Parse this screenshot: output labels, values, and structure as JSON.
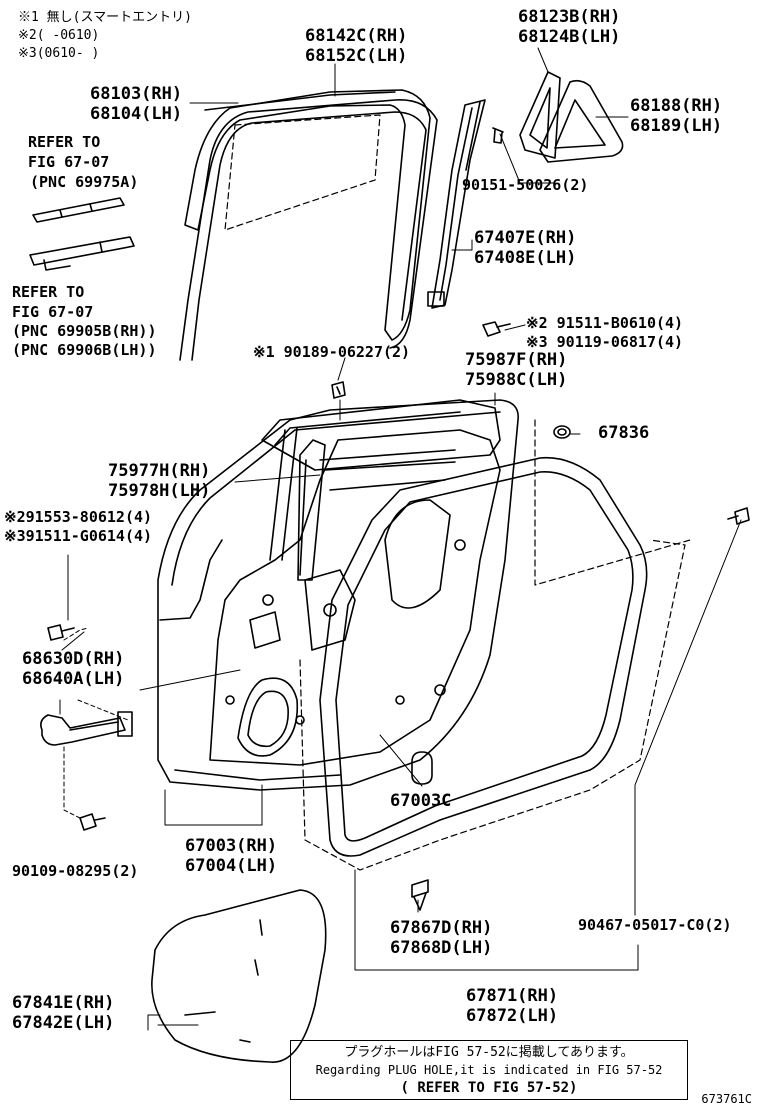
{
  "notes": {
    "n1": "※1 無し(スマートエントリ)",
    "n2": "※2(     -0610)",
    "n3": "※3(0610-      )"
  },
  "refs": {
    "ref1_a": "REFER TO",
    "ref1_b": "FIG 67-07",
    "ref1_c": "(PNC 69975A)",
    "ref2_a": "REFER TO",
    "ref2_b": "FIG 67-07",
    "ref2_c": "(PNC 69905B(RH))",
    "ref2_d": "(PNC 69906B(LH))"
  },
  "parts": {
    "p68142c": "68142C(RH)",
    "p68152c": "68152C(LH)",
    "p68123b": "68123B(RH)",
    "p68124b": "68124B(LH)",
    "p68103": "68103(RH)",
    "p68104": "68104(LH)",
    "p68188": "68188(RH)",
    "p68189": "68189(LH)",
    "p90151": "90151-50026(2)",
    "p67407e": "67407E(RH)",
    "p67408e": "67408E(LH)",
    "p91511b": "※2 91511-B0610(4)",
    "p90119": "※3 90119-06817(4)",
    "p90189": "※1 90189-06227(2)",
    "p75987f": "75987F(RH)",
    "p75988c": "75988C(LH)",
    "p67836": "67836",
    "p75977h": "75977H(RH)",
    "p75978h": "75978H(LH)",
    "p91553": "※291553-80612(4)",
    "p91511g": "※391511-G0614(4)",
    "p68630d": "68630D(RH)",
    "p68640a": "68640A(LH)",
    "p67003c": "67003C",
    "p67003": "67003(RH)",
    "p67004": "67004(LH)",
    "p90109": "90109-08295(2)",
    "p67867d": "67867D(RH)",
    "p67868d": "67868D(LH)",
    "p90467": "90467-05017-C0(2)",
    "p67841e": "67841E(RH)",
    "p67842e": "67842E(LH)",
    "p67871": "67871(RH)",
    "p67872": "67872(LH)"
  },
  "notice": {
    "line1": "プラグホールはFIG 57-52に掲載してあります。",
    "line2": "Regarding PLUG HOLE,it is indicated in FIG 57-52",
    "line3": "( REFER TO FIG 57-52)"
  },
  "figure_id": "673761C"
}
